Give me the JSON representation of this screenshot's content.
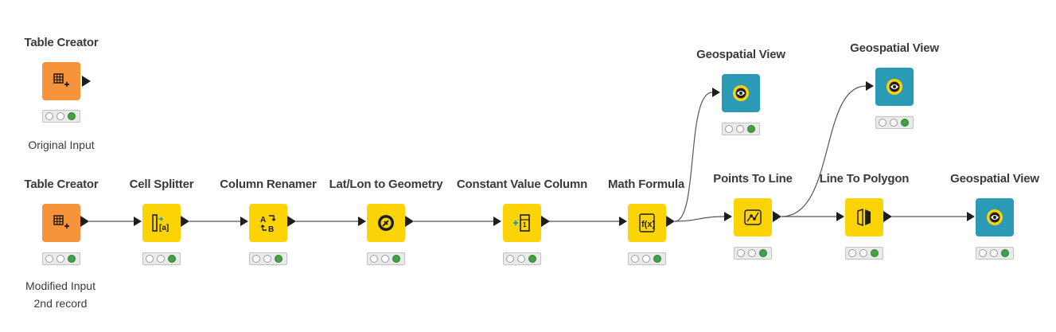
{
  "nodes": [
    {
      "id": "n1",
      "title": "Table Creator",
      "type": "source",
      "icon": "table-creator-icon",
      "status": "executed"
    },
    {
      "id": "n2",
      "title": "Table Creator",
      "type": "source",
      "icon": "table-creator-icon",
      "status": "executed"
    },
    {
      "id": "n3",
      "title": "Cell Splitter",
      "type": "manipulator",
      "icon": "cell-splitter-icon",
      "status": "executed"
    },
    {
      "id": "n4",
      "title": "Column Renamer",
      "type": "manipulator",
      "icon": "column-renamer-icon",
      "status": "executed"
    },
    {
      "id": "n5",
      "title": "Lat/Lon to Geometry",
      "type": "manipulator",
      "icon": "geometry-icon",
      "status": "executed"
    },
    {
      "id": "n6",
      "title": "Constant Value Column",
      "type": "manipulator",
      "icon": "constant-value-icon",
      "status": "executed"
    },
    {
      "id": "n7",
      "title": "Math Formula",
      "type": "manipulator",
      "icon": "math-formula-icon",
      "status": "executed"
    },
    {
      "id": "n8",
      "title": "Geospatial View",
      "type": "view",
      "icon": "geospatial-view-icon",
      "status": "executed"
    },
    {
      "id": "n9",
      "title": "Points To Line",
      "type": "manipulator",
      "icon": "points-to-line-icon",
      "status": "executed"
    },
    {
      "id": "n10",
      "title": "Geospatial View",
      "type": "view",
      "icon": "geospatial-view-icon",
      "status": "executed"
    },
    {
      "id": "n11",
      "title": "Line To Polygon",
      "type": "manipulator",
      "icon": "line-to-polygon-icon",
      "status": "executed"
    },
    {
      "id": "n12",
      "title": "Geospatial View",
      "type": "view",
      "icon": "geospatial-view-icon",
      "status": "executed"
    }
  ],
  "annotations": {
    "original_input": "Original Input",
    "modified_input_line1": "Modified Input",
    "modified_input_line2": "2nd record"
  },
  "connections": [
    {
      "from": "n2",
      "to": "n3"
    },
    {
      "from": "n3",
      "to": "n4"
    },
    {
      "from": "n4",
      "to": "n5"
    },
    {
      "from": "n5",
      "to": "n6"
    },
    {
      "from": "n6",
      "to": "n7"
    },
    {
      "from": "n7",
      "to": "n8"
    },
    {
      "from": "n7",
      "to": "n9"
    },
    {
      "from": "n9",
      "to": "n10"
    },
    {
      "from": "n9",
      "to": "n11"
    },
    {
      "from": "n11",
      "to": "n12"
    }
  ],
  "colors": {
    "source": "#f7933b",
    "manipulator": "#fcd406",
    "view": "#2b9bb5",
    "status_green": "#43a047",
    "edge": "#1e1e1e"
  }
}
